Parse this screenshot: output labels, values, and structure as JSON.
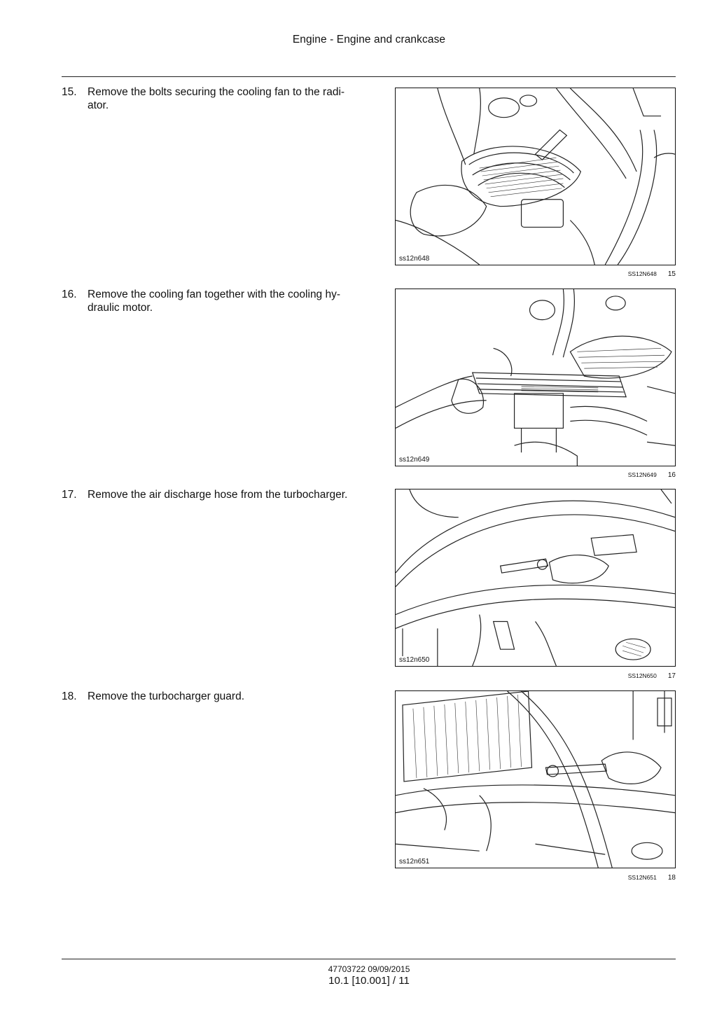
{
  "header": {
    "title": "Engine - Engine and crankcase"
  },
  "steps": [
    {
      "number": "15.",
      "lines": [
        "Remove the bolts securing the cooling fan to the radi-",
        "ator."
      ],
      "figure_code": "ss12n648",
      "caption_code": "SS12N648",
      "caption_number": "15"
    },
    {
      "number": "16.",
      "lines": [
        "Remove the cooling fan together with the cooling hy-",
        "draulic motor."
      ],
      "figure_code": "ss12n649",
      "caption_code": "SS12N649",
      "caption_number": "16"
    },
    {
      "number": "17.",
      "lines": [
        "Remove the air discharge hose from the turbocharger."
      ],
      "figure_code": "ss12n650",
      "caption_code": "SS12N650",
      "caption_number": "17"
    },
    {
      "number": "18.",
      "lines": [
        "Remove the turbocharger guard."
      ],
      "figure_code": "ss12n651",
      "caption_code": "SS12N651",
      "caption_number": "18"
    }
  ],
  "footer": {
    "doc_ref": "47703722 09/09/2015",
    "page_ref": "10.1 [10.001] / 11"
  }
}
